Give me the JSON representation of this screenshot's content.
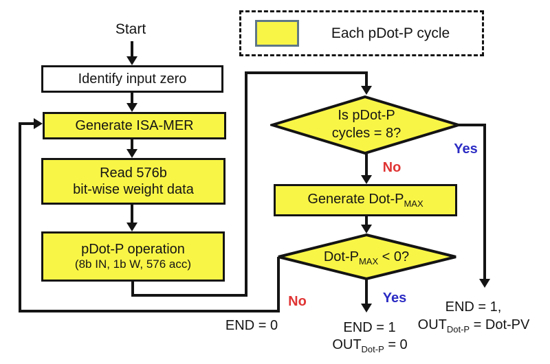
{
  "legend": {
    "label": "Each pDot-P cycle",
    "swatch_color": "#F9F546"
  },
  "flow": {
    "start_label": "Start",
    "identify_box": "Identify input zero",
    "isamer_box": "Generate ISA-MER",
    "read_box_line1": "Read 576b",
    "read_box_line2": "bit-wise weight data",
    "pdotp_box_line1": "pDot-P operation",
    "pdotp_box_line2": "(8b IN, 1b W, 576 acc)",
    "diamond1_line1": "Is pDot-P",
    "diamond1_line2": "cycles = 8?",
    "genmax": {
      "main": "Generate Dot-P",
      "sub": "MAX"
    },
    "diamond2": {
      "pre": "Dot-P",
      "sub": "MAX",
      "post": " < 0?"
    }
  },
  "labels": {
    "yes1": "Yes",
    "no1": "No",
    "yes2": "Yes",
    "no2": "No",
    "end0": "END = 0",
    "end1_mid": "END = 1",
    "out_mid": {
      "pre": "OUT",
      "sub": "Dot-P",
      "post": " = 0"
    },
    "end1_right": "END = 1,",
    "out_right": {
      "pre": "OUT",
      "sub": "Dot-P",
      "post": " = Dot-PV"
    }
  },
  "colors": {
    "node_yellow": "#F9F546",
    "yes_blue": "#2B2BC4",
    "no_red": "#E03434",
    "line_black": "#141414",
    "swatch_border": "#5E7787"
  }
}
